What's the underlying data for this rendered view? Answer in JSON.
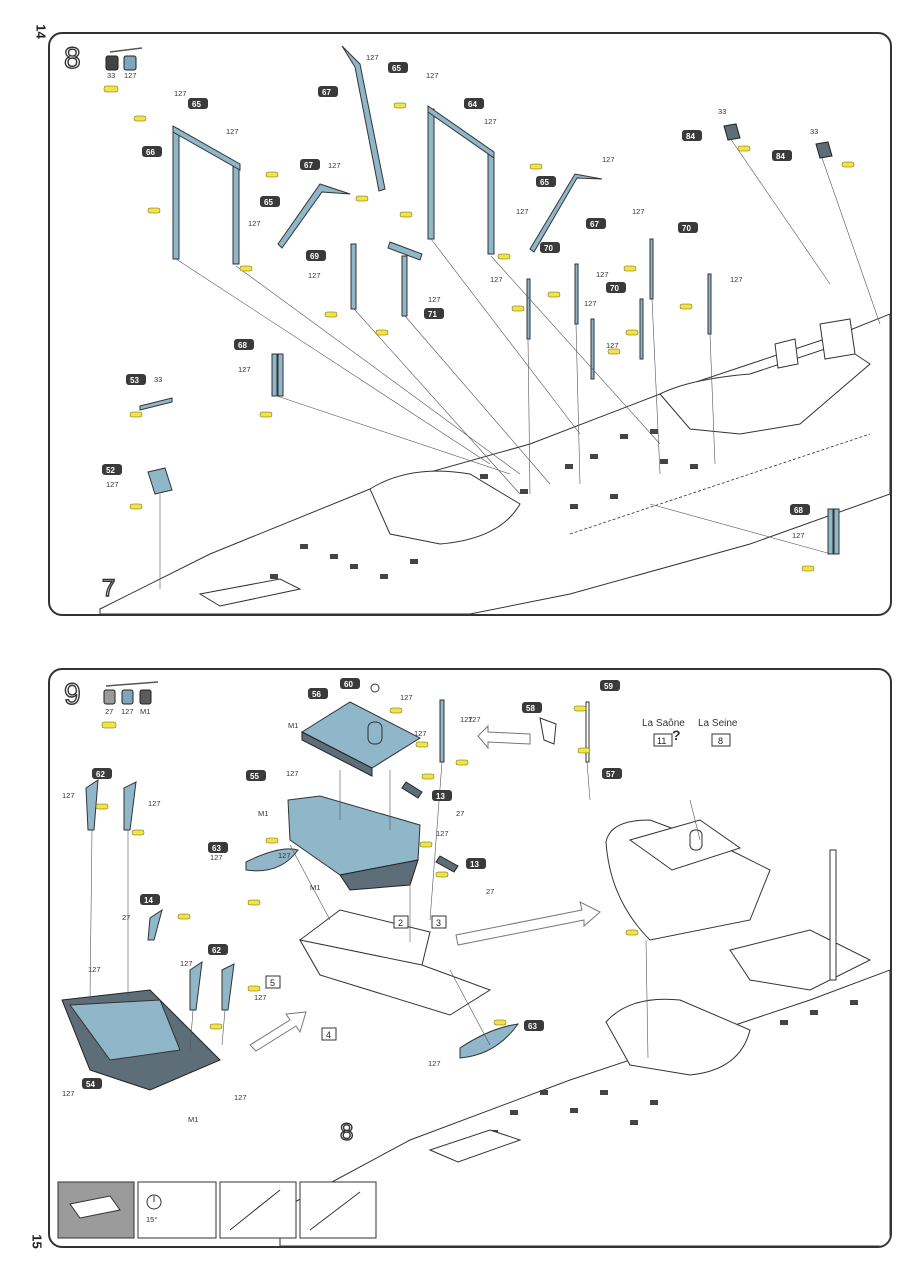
{
  "page_numbers": {
    "top": "14",
    "bottom": "15"
  },
  "step8": {
    "number": "8",
    "paints": [
      "33",
      "127"
    ],
    "sub_step": "7",
    "parts": {
      "p67": "67",
      "p65a": "65",
      "p65b": "65",
      "p65c": "65",
      "p65d": "65",
      "p64": "64",
      "p66": "66",
      "p67b": "67",
      "p67c": "67",
      "p84a": "84",
      "p84b": "84",
      "p69": "69",
      "p71": "71",
      "p70a": "70",
      "p70b": "70",
      "p70c": "70",
      "p68a": "68",
      "p68b": "68",
      "p53": "53",
      "p52": "52"
    },
    "colors": {
      "c127": "127",
      "c33": "33"
    }
  },
  "step9": {
    "number": "9",
    "paints": [
      "27",
      "127",
      "M1"
    ],
    "sub_step": "8",
    "variant_left": "La Saône",
    "variant_right": "La Seine",
    "variant_question": "?",
    "variant_left_num": "11",
    "variant_right_num": "8",
    "boxes": [
      "2",
      "3",
      "4",
      "5"
    ],
    "angle": "15°",
    "parts": {
      "p60": "60",
      "p56": "56",
      "p58": "58",
      "p59": "59",
      "p57": "57",
      "p62a": "62",
      "p62b": "62",
      "p55": "55",
      "p13a": "13",
      "p13b": "13",
      "p63a": "63",
      "p63b": "63",
      "p14": "14",
      "p54": "54"
    },
    "colors": {
      "c127": "127",
      "c27": "27",
      "cM1": "M1"
    }
  }
}
